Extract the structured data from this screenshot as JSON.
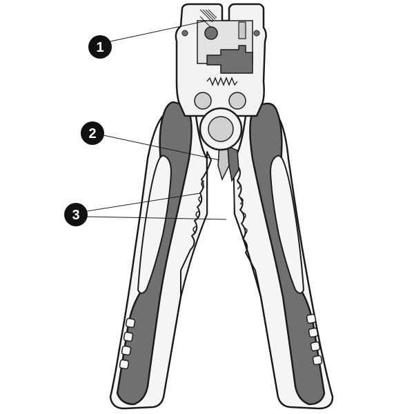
{
  "callouts": [
    {
      "label": "1",
      "points_to": "stripping-blade-head"
    },
    {
      "label": "2",
      "points_to": "wire-cutter"
    },
    {
      "label": "3",
      "points_to": "crimping-jaws"
    }
  ],
  "colors": {
    "outline": "#1a1a1a",
    "grip_dark": "#707070",
    "grip_light": "#f5f5f5",
    "metal": "#f2f2f2",
    "metal_shade": "#c8c8c8",
    "callout_fill": "#111111"
  },
  "icons": {
    "tool": "wire-stripper-illustration"
  }
}
